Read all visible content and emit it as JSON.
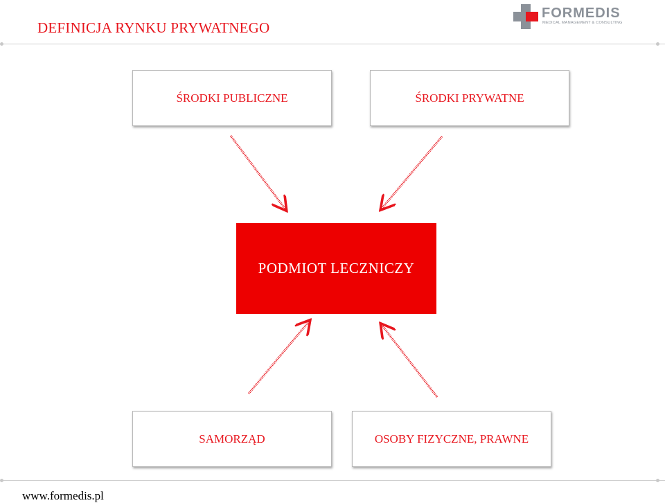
{
  "slide": {
    "title": "DEFINICJA RYNKU PRYWATNEGO",
    "footer_url": "www.formedis.pl"
  },
  "logo": {
    "name": "FORMEDIS",
    "tagline": "MEDICAL MANAGEMENT & CONSULTING"
  },
  "diagram": {
    "top_left_label": "ŚRODKI PUBLICZNE",
    "top_right_label": "ŚRODKI PRYWATNE",
    "center_label": "PODMIOT LECZNICZY",
    "bottom_left_label": "SAMORZĄD",
    "bottom_right_label": "OSOBY FIZYCZNE, PRAWNE"
  },
  "colors": {
    "accent_red": "#e8161e",
    "center_fill": "#ed0000",
    "logo_gray": "#8b9199"
  }
}
